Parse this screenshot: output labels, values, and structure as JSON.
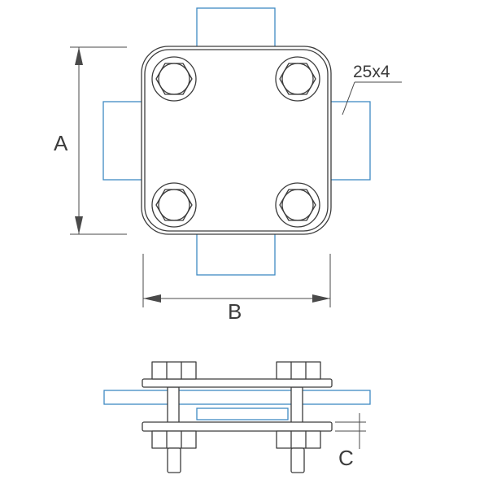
{
  "labels": {
    "dim_a": "A",
    "dim_b": "B",
    "dim_c": "C",
    "strip_size": "25x4"
  },
  "colors": {
    "outline": "#3c3c3c",
    "strip": "#3f8ac4",
    "dimension": "#4a4a4a",
    "background": "#ffffff"
  }
}
